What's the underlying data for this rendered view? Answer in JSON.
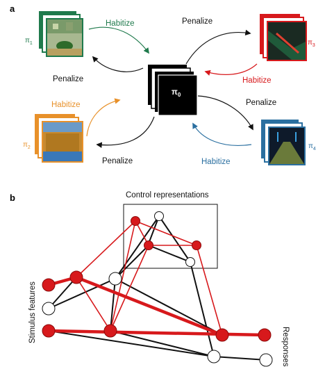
{
  "colors": {
    "green": "#1f7a4c",
    "red": "#d7191c",
    "orange": "#e8912a",
    "blue": "#2a6fa0",
    "black": "#111111"
  },
  "panel_a": {
    "label": "a",
    "center_policy": "π",
    "center_sub": "0",
    "policies": [
      {
        "symbol": "π",
        "sub": "1",
        "color_name": "green"
      },
      {
        "symbol": "π",
        "sub": "2",
        "color_name": "orange"
      },
      {
        "symbol": "π",
        "sub": "3",
        "color_name": "red"
      },
      {
        "symbol": "π",
        "sub": "4",
        "color_name": "blue"
      }
    ],
    "arrows": {
      "habitize_1": "Habitize",
      "penalize_1": "Penalize",
      "habitize_2": "Habitize",
      "penalize_2": "Penalize",
      "penalize_3": "Penalize",
      "habitize_3": "Habitize",
      "penalize_4": "Penalize",
      "habitize_4": "Habitize"
    }
  },
  "panel_b": {
    "label": "b",
    "box_title": "Control representations",
    "left_axis": "Stimulus features",
    "right_axis": "Responses"
  }
}
